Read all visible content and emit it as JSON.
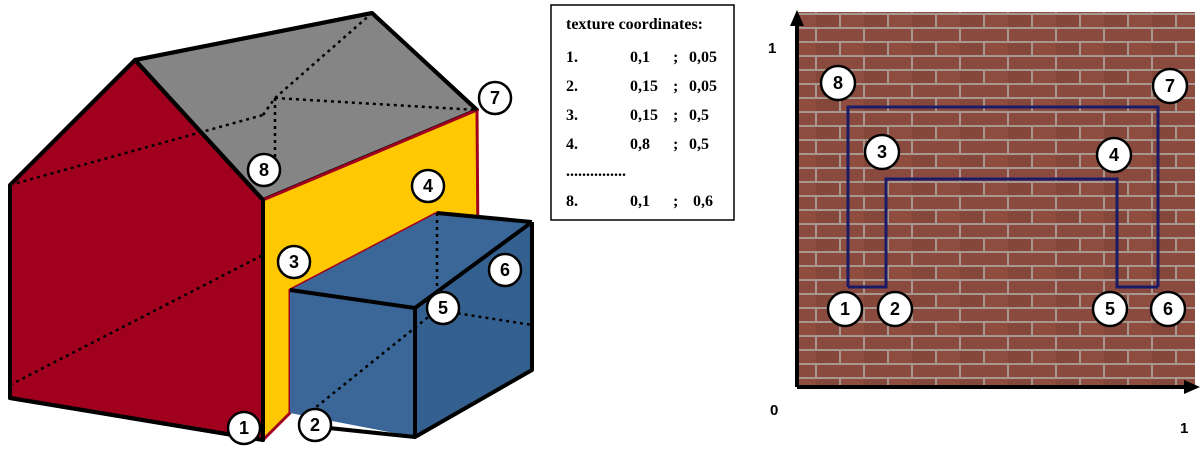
{
  "texture_table": {
    "title": "texture coordinates:",
    "rows": [
      {
        "idx": "1.",
        "u": "0,1",
        "sep": ";",
        "v": "0,05"
      },
      {
        "idx": "2.",
        "u": "0,15",
        "sep": ";",
        "v": "0,05"
      },
      {
        "idx": "3.",
        "u": "0,15",
        "sep": ";",
        "v": "0,5"
      },
      {
        "idx": "4.",
        "u": "0,8",
        "sep": ";",
        "v": "0,5"
      }
    ],
    "ellipsis": "...............",
    "last_row": {
      "idx": "8.",
      "u": "0,1",
      "sep": ";",
      "v": "0,6"
    }
  },
  "house_labels": [
    "1",
    "2",
    "3",
    "4",
    "5",
    "6",
    "7",
    "8"
  ],
  "texture_labels": [
    "1",
    "2",
    "3",
    "4",
    "5",
    "6",
    "7",
    "8"
  ],
  "axes": {
    "y_top": "1",
    "origin": "0",
    "x_right": "1"
  },
  "colors": {
    "wall_red": "#a0001e",
    "wall_yellow": "#ffc800",
    "box_blue": "#3a6798",
    "roof_gray": "#858585",
    "outline_navy": "#1a1a66",
    "brick": "#8b4a3e",
    "mortar": "#a8978e"
  }
}
